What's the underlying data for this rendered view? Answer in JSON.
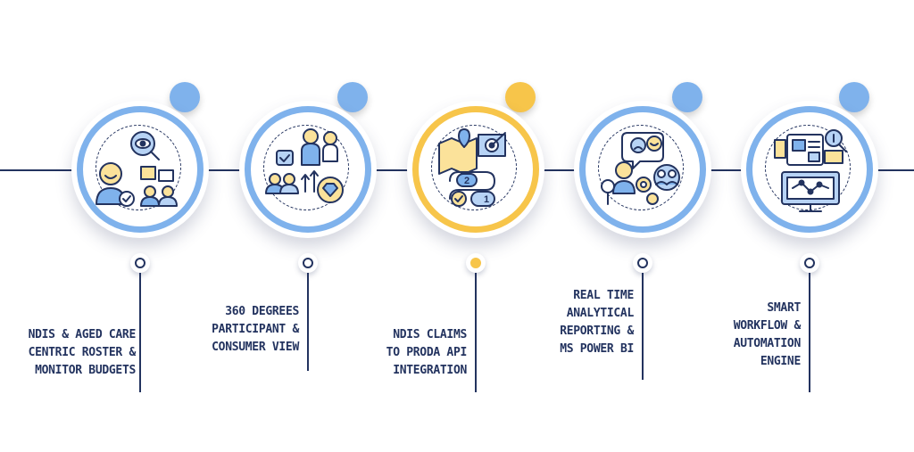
{
  "colors": {
    "navy": "#23335f",
    "blue": "#7fb2ec",
    "blue_light": "#b7d3f5",
    "yellow": "#f7c54a",
    "yellow_light": "#fbe29a"
  },
  "steps": [
    {
      "label_lines": [
        "NDIS & AGED CARE",
        "CENTRIC ROSTER &",
        "MONITOR BUDGETS"
      ],
      "icon": "roster-budget-icon",
      "accent": "blue",
      "highlighted": false
    },
    {
      "label_lines": [
        "360 DEGREES",
        "PARTICIPANT &",
        "CONSUMER VIEW"
      ],
      "icon": "participant-view-icon",
      "accent": "blue",
      "highlighted": false
    },
    {
      "label_lines": [
        "NDIS CLAIMS",
        "TO PRODA API",
        "INTEGRATION"
      ],
      "icon": "claims-integration-icon",
      "accent": "yellow",
      "highlighted": true
    },
    {
      "label_lines": [
        "REAL TIME",
        "ANALYTICAL",
        "REPORTING &",
        "MS POWER BI"
      ],
      "icon": "analytics-report-icon",
      "accent": "blue",
      "highlighted": false
    },
    {
      "label_lines": [
        "SMART",
        "WORKFLOW &",
        "AUTOMATION",
        "ENGINE"
      ],
      "icon": "workflow-automation-icon",
      "accent": "blue",
      "highlighted": false
    }
  ]
}
